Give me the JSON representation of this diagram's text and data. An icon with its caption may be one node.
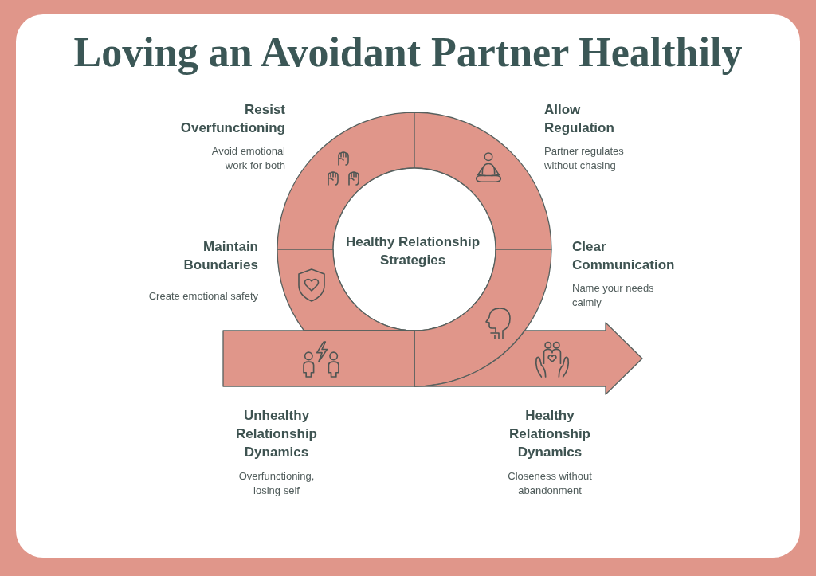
{
  "diagram": {
    "title": "Loving an Avoidant Partner Healthily",
    "nodes": [
      {
        "text": [
          "Resist Overfunctioning",
          "Avoid emotional work for both"
        ]
      },
      {
        "text": [
          "Allow Regulation",
          "Partner regulates without chasing"
        ]
      },
      {
        "text": [
          "Healthy Relationship Strategies"
        ]
      },
      {
        "text": [
          "Maintain Boundaries",
          "Create emotional safety"
        ]
      },
      {
        "text": [
          "Clear Communication",
          "Name your needs calmly"
        ]
      },
      {
        "text": [
          "Unhealthy Relationship Dynamics",
          "Overfunctioning, losing self"
        ]
      },
      {
        "text": [
          "Healthy Relationship Dynamics",
          "Closeness without abandonment"
        ]
      }
    ]
  }
}
